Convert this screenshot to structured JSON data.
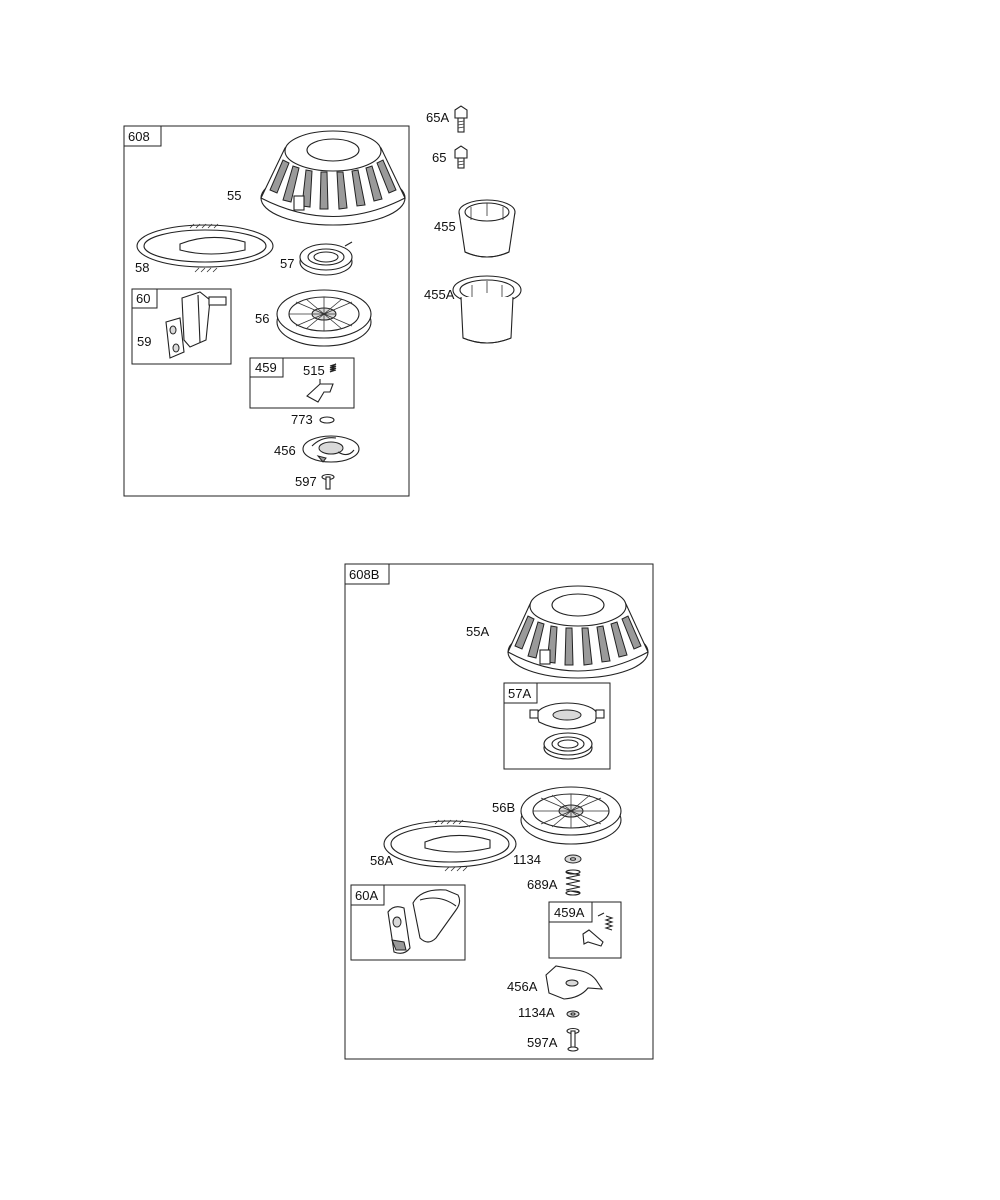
{
  "diagram": {
    "groups": {
      "g608": "608",
      "g60": "60",
      "g459": "459",
      "g608b": "608B",
      "g57a": "57A",
      "g60a": "60A",
      "g459a": "459A"
    },
    "parts": {
      "p55": "55",
      "p58": "58",
      "p57": "57",
      "p56": "56",
      "p59": "59",
      "p515": "515",
      "p773": "773",
      "p456": "456",
      "p597": "597",
      "p65a": "65A",
      "p65": "65",
      "p455": "455",
      "p455a": "455A",
      "p55a": "55A",
      "p56b": "56B",
      "p58a": "58A",
      "p1134": "1134",
      "p689a": "689A",
      "p456a": "456A",
      "p1134a": "1134A",
      "p597a": "597A"
    }
  }
}
